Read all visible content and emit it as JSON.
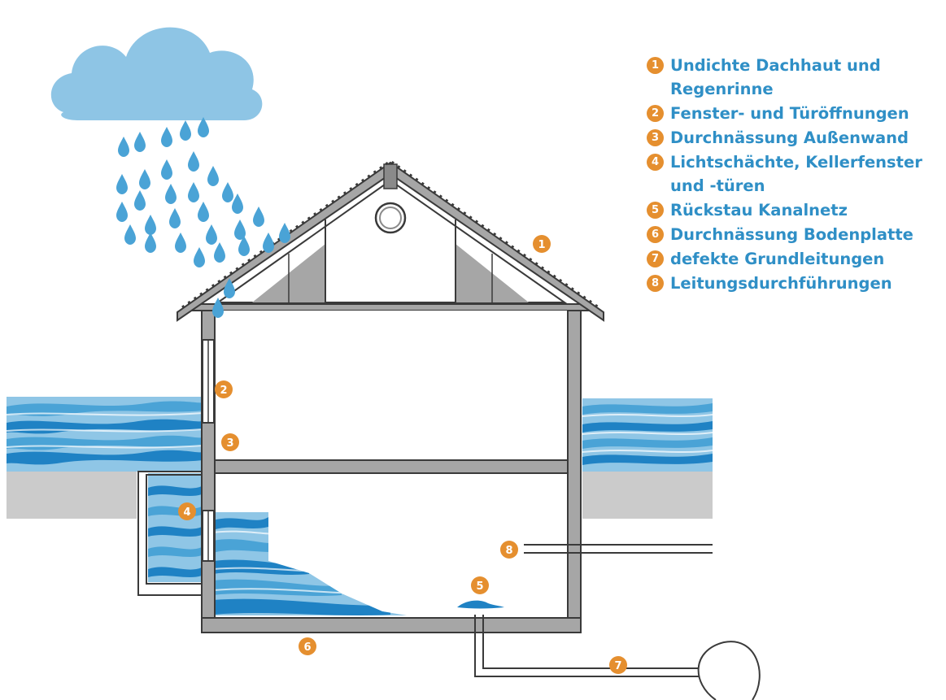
{
  "legend": {
    "items": [
      {
        "num": "1",
        "label": "Undichte Dachhaut und Regenrinne"
      },
      {
        "num": "2",
        "label": "Fenster- und Türöffnungen"
      },
      {
        "num": "3",
        "label": "Durchnässung Außenwand"
      },
      {
        "num": "4",
        "label": "Lichtschächte, Kellerfenster und -türen"
      },
      {
        "num": "5",
        "label": "Rückstau Kanalnetz"
      },
      {
        "num": "6",
        "label": "Durchnässung Bodenplatte"
      },
      {
        "num": "7",
        "label": "defekte Grundleitungen"
      },
      {
        "num": "8",
        "label": "Leitungsdurchführungen"
      }
    ]
  },
  "markers": {
    "m1": "1",
    "m2": "2",
    "m3": "3",
    "m4": "4",
    "m5": "5",
    "m6": "6",
    "m7": "7",
    "m8": "8"
  },
  "colors": {
    "water_light": "#8fc6e6",
    "water_mid": "#4aa3d6",
    "water_dark": "#1f82c4",
    "wall_gray": "#a6a6a6",
    "wall_dark": "#3a3a3a",
    "ground_gray": "#cbcbcb",
    "cloud": "#8ec5e5",
    "accent_orange": "#e58f2f",
    "legend_text": "#2f8fc6"
  }
}
